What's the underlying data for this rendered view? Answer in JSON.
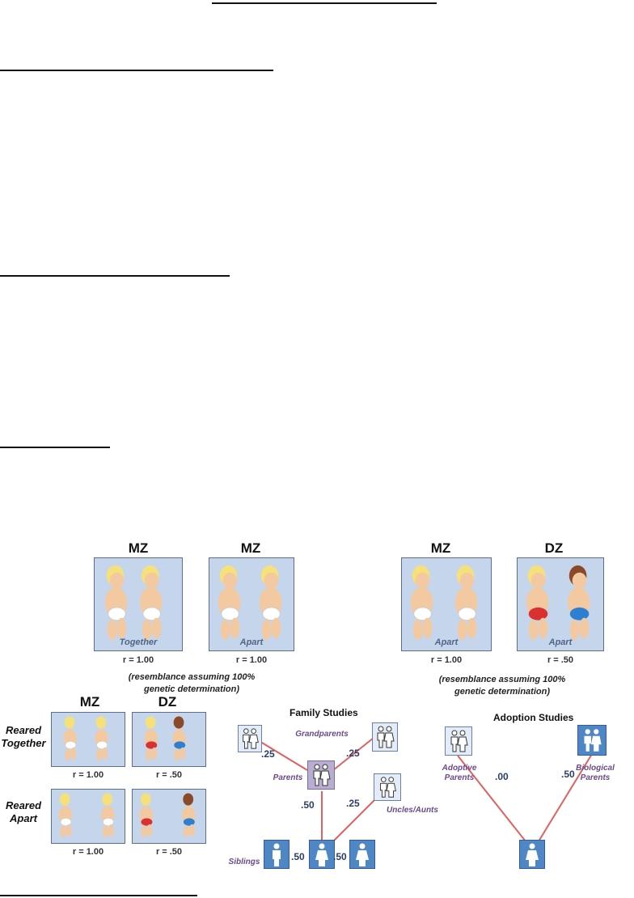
{
  "twin_studies": {
    "group1": [
      {
        "label": "MZ",
        "caption": "Together",
        "r": "r = 1.00"
      },
      {
        "label": "MZ",
        "caption": "Apart",
        "r": "r = 1.00"
      }
    ],
    "group1_note": "(resemblance assuming 100% genetic determination)",
    "group2": [
      {
        "label": "MZ",
        "caption": "Apart",
        "r": "r = 1.00"
      },
      {
        "label": "DZ",
        "caption": "Apart",
        "r": "r = .50"
      }
    ],
    "group2_note": "(resemblance assuming 100% genetic determination)"
  },
  "reared": {
    "col_mz": "MZ",
    "col_dz": "DZ",
    "row_together": "Reared Together",
    "row_apart": "Reared Apart",
    "together_mz_r": "r = 1.00",
    "together_dz_r": "r = .50",
    "apart_mz_r": "r = 1.00",
    "apart_dz_r": "r = .50"
  },
  "family": {
    "title": "Family Studies",
    "grandparents": "Grandparents",
    "parents": "Parents",
    "uncles_aunts": "Uncles/Aunts",
    "siblings": "Siblings",
    "coef_gp_left": ".25",
    "coef_gp_right": ".25",
    "coef_parents": ".50",
    "coef_uncles": ".25",
    "coef_sib_left": ".50",
    "coef_sib_right": ".50"
  },
  "adoption": {
    "title": "Adoption Studies",
    "adoptive": "Adoptive Parents",
    "biological": "Biological Parents",
    "coef_adoptive": ".00",
    "coef_biological": ".50"
  },
  "colors": {
    "panel_bg": "#c5d6ec",
    "connector": "#e06060",
    "coef_text": "#2b3f66",
    "pedigree_label": "#6a4a8a",
    "blue_box": "#4f86c6"
  }
}
